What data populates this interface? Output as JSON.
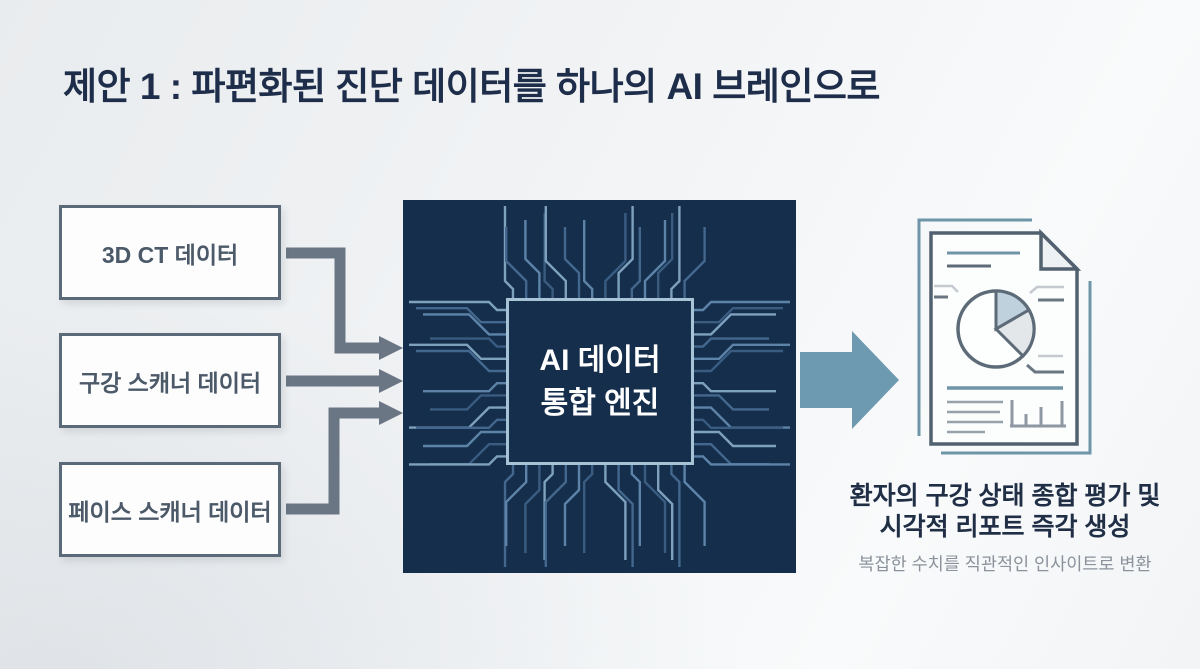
{
  "slide": {
    "title": "제안 1 : 파편화된 진단 데이터를 하나의 AI 브레인으로"
  },
  "sources": [
    {
      "label": "3D CT 데이터"
    },
    {
      "label": "구강 스캐너 데이터"
    },
    {
      "label": "페이스 스캐너 데이터"
    }
  ],
  "engine": {
    "label_line1": "AI 데이터",
    "label_line2": "통합 엔진"
  },
  "output": {
    "title_line1": "환자의 구강 상태 종합 평가 및",
    "title_line2": "시각적 리포트 즉각 생성",
    "subtitle": "복잡한 수치를 직관적인 인사이트로 변환"
  },
  "icons": {
    "chip": "circuit-chip-icon",
    "report": "report-document-icon",
    "pie": "pie-chart-icon",
    "bars": "bar-chart-icon",
    "flow_arrow": "right-arrow-icon"
  },
  "colors": {
    "title_navy": "#1d2d4a",
    "chip_navy": "#142e4c",
    "trace_light": "#7ea1bd",
    "trace_dark": "#44678d",
    "core_border": "#a9c3d6",
    "connector_slate": "#6b7684",
    "flow_arrow_teal": "#6d9ab0",
    "box_border": "#5b6a79",
    "box_text": "#4b5968",
    "doc_outline": "#52616f",
    "doc_teal": "#6f95a8",
    "pie_fill_blue": "#bfd1dd",
    "pie_fill_gray": "#e3e7ea",
    "caption_gray": "#8b929b"
  }
}
